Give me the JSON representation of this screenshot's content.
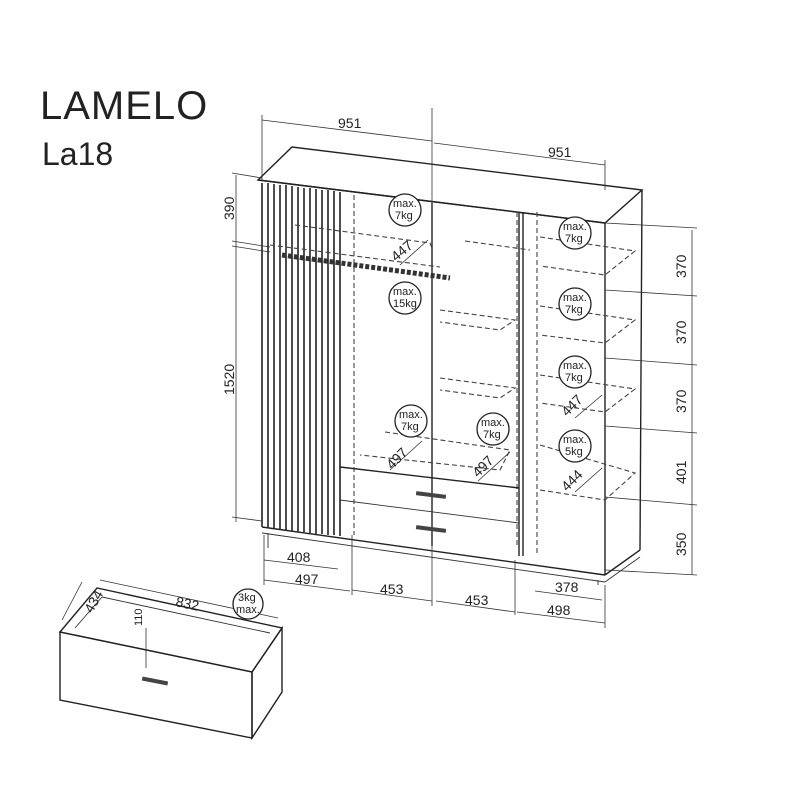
{
  "header": {
    "title": "LAMELO",
    "model": "La18"
  },
  "dimensions": {
    "top_left_width": "951",
    "top_right_width": "951",
    "left_top_height": "390",
    "left_main_height": "1520",
    "right_heights": [
      "370",
      "370",
      "370",
      "401",
      "350"
    ],
    "bottom": {
      "lamella_width": "408",
      "left_section": "497",
      "middle_left": "453",
      "middle_right": "453",
      "right_inner": "378",
      "right_section": "498"
    },
    "depths": {
      "rail_shelf": "447",
      "right_shelf": "447",
      "right_bottom_shelf": "444",
      "drawer_top_left": "497",
      "drawer_top_right": "497"
    }
  },
  "load_badges": {
    "top_shelf": {
      "line1": "max.",
      "line2": "7kg"
    },
    "rail": {
      "line1": "max.",
      "line2": "15kg"
    },
    "right_1": {
      "line1": "max.",
      "line2": "7kg"
    },
    "right_2": {
      "line1": "max.",
      "line2": "7kg"
    },
    "right_3": {
      "line1": "max.",
      "line2": "7kg"
    },
    "right_4": {
      "line1": "max.",
      "line2": "5kg"
    },
    "mid_left": {
      "line1": "max.",
      "line2": "7kg"
    },
    "mid_right": {
      "line1": "max.",
      "line2": "7kg"
    }
  },
  "drawer": {
    "depth": "434",
    "width": "832",
    "height": "110",
    "load_line1": "3kg",
    "load_line2": "max."
  }
}
